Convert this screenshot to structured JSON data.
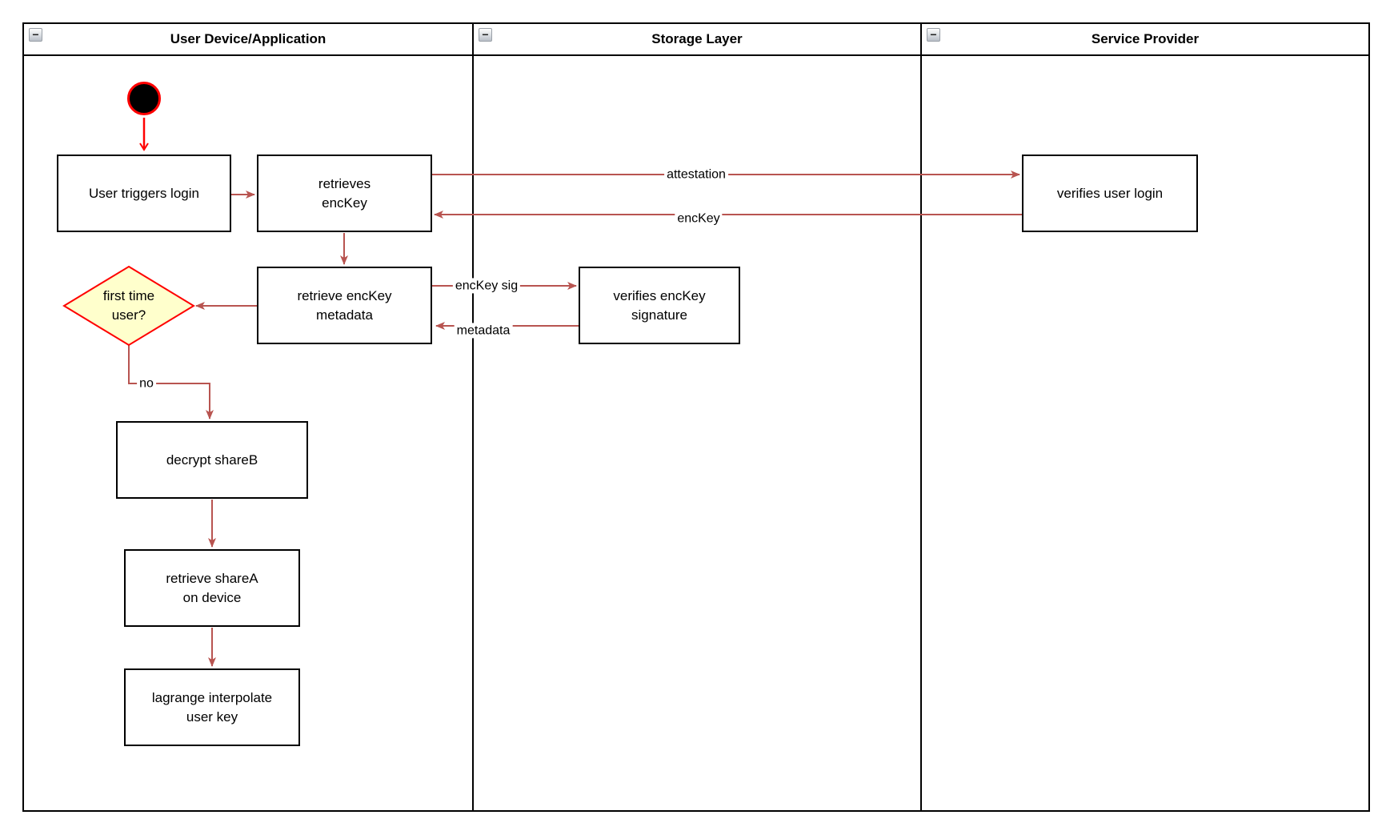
{
  "diagram_type": "uml-activity-swimlane",
  "lanes": [
    {
      "title": "User Device/Application"
    },
    {
      "title": "Storage Layer"
    },
    {
      "title": "Service Provider"
    }
  ],
  "icons": {
    "collapse": "−"
  },
  "nodes": {
    "user_triggers_login": "User triggers login",
    "retrieves_enckey": "retrieves\nencKey",
    "retrieve_enckey_metadata": "retrieve encKey\nmetadata",
    "first_time_user": "first time\nuser?",
    "decrypt_shareb": "decrypt shareB",
    "retrieve_sharea": "retrieve shareA\non device",
    "lagrange_interpolate": "lagrange interpolate\nuser key",
    "verifies_enckey_signature": "verifies encKey\nsignature",
    "verifies_user_login": "verifies user login"
  },
  "edge_labels": {
    "attestation": "attestation",
    "enckey": "encKey",
    "enckey_sig": "encKey sig",
    "metadata": "metadata",
    "no": "no"
  },
  "colors": {
    "edge": "#b85450",
    "start_flow": "#ff0000",
    "decision_fill": "#ffffcc",
    "decision_border": "#ff0000",
    "node_border": "#000000",
    "node_fill": "#ffffff"
  }
}
